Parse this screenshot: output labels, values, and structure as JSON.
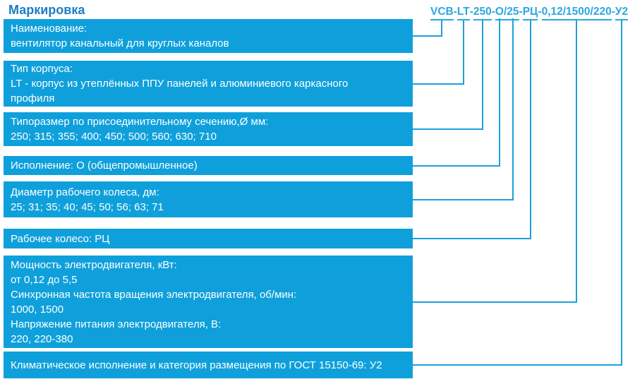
{
  "title": "Маркировка",
  "code": {
    "full": "VCB-LT-250-О/25-РЦ-0,12/1500/220-У2",
    "parts": {
      "p0": "VCB",
      "s0": "-",
      "p1": "LT",
      "s1": "-",
      "p2": "250",
      "s2": "-",
      "p3": "О",
      "s3": "/",
      "p4": "25",
      "s4": "-",
      "p5": "РЦ",
      "s5": "-",
      "p6": "0,12/1500/220",
      "s6": "-",
      "p7": "У2"
    }
  },
  "boxes": [
    {
      "name": "Наименование",
      "lines": [
        "Наименование:",
        "вентилятор канальный для круглых каналов"
      ]
    },
    {
      "name": "Тип корпуса",
      "lines": [
        "Тип корпуса:",
        "LT - корпус из утеплённых ППУ панелей и алюминиевого каркасного",
        "профиля"
      ]
    },
    {
      "name": "Типоразмер",
      "lines": [
        "Типоразмер по присоединительному сечению,Ø мм:",
        "250; 315; 355; 400; 450; 500; 560; 630; 710"
      ]
    },
    {
      "name": "Исполнение",
      "lines": [
        "Исполнение: О (общепромышленное)"
      ]
    },
    {
      "name": "Диаметр рабочего колеса",
      "lines": [
        "Диаметр рабочего колеса, дм:",
        "25; 31; 35; 40; 45; 50; 56; 63; 71"
      ]
    },
    {
      "name": "Рабочее колесо",
      "lines": [
        "Рабочее колесо: РЦ"
      ]
    },
    {
      "name": "Электродвигатель",
      "lines": [
        "Мощность электродвигателя, кВт:",
        "от 0,12 до 5,5",
        "Синхронная частота вращения электродвигателя, об/мин:",
        "1000, 1500",
        "Напряжение питания электродвигателя, В:",
        "220, 220-380"
      ]
    },
    {
      "name": "Климатическое исполнение",
      "lines": [
        "Климатическое исполнение и категория размещения по ГОСТ 15150-69: У2"
      ]
    }
  ],
  "colors": {
    "box_fill": "#0fa0db",
    "title_text": "#1b7ec4",
    "code_text": "#2ba8e0",
    "wire": "#1e9fd9",
    "box_text": "#ffffff"
  }
}
